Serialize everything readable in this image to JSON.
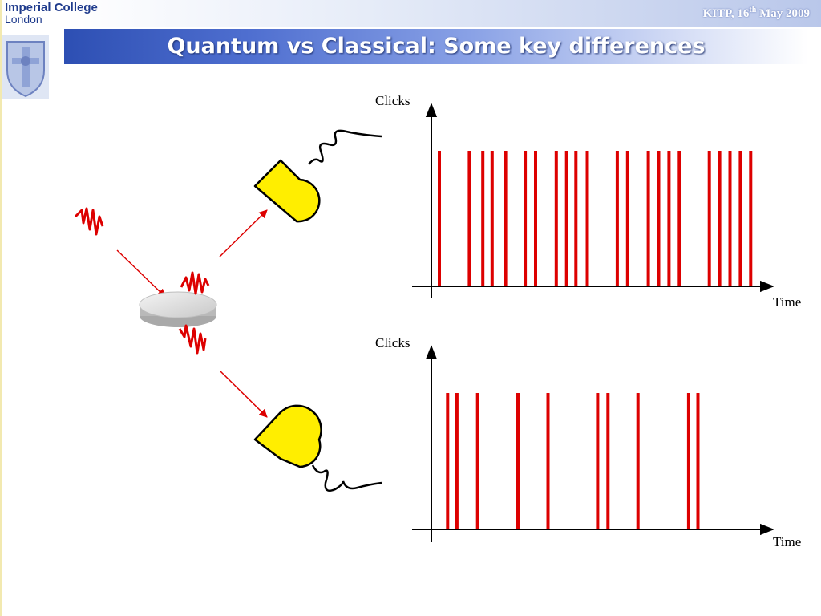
{
  "header": {
    "institution_line1": "Imperial College",
    "institution_line2": "London",
    "conference": "KITP, 16",
    "conference_sup": "th",
    "conference_rest": " May 2009",
    "title": "Quantum vs Classical: Some key differences"
  },
  "colors": {
    "accent_red": "#dd0000",
    "detector_yellow": "#ffee00",
    "title_blue": "#2d4fb3"
  },
  "graphs": {
    "top": {
      "y_label": "Clicks",
      "x_label": "Time",
      "click_times": [
        1.0,
        3.9,
        5.2,
        6.1,
        7.4,
        9.3,
        10.3,
        12.3,
        13.3,
        14.2,
        15.3,
        18.2,
        19.2,
        21.2,
        22.2,
        23.2,
        24.2,
        27.1,
        28.1,
        29.1,
        30.1,
        31.1
      ]
    },
    "bottom": {
      "y_label": "Clicks",
      "x_label": "Time",
      "click_times": [
        1.8,
        2.7,
        4.7,
        8.6,
        11.5,
        16.3,
        17.3,
        20.2,
        25.1,
        26.0
      ]
    }
  }
}
